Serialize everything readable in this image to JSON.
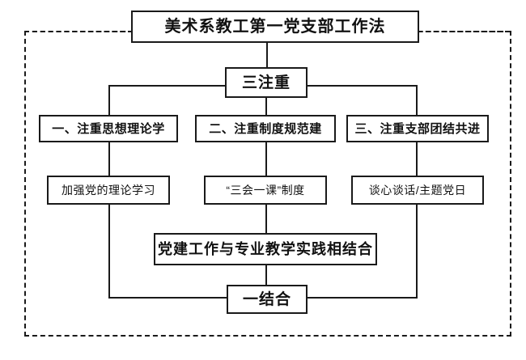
{
  "diagram": {
    "type": "org-flowchart",
    "title_box": {
      "label": "美术系教工第一党支部工作法"
    },
    "level2_box": {
      "label": "三注重"
    },
    "branches": [
      {
        "header": "一、注重思想理论学",
        "leaf": "加强党的理论学习"
      },
      {
        "header": "二、注重制度规范建",
        "leaf": "“三会一课”制度"
      },
      {
        "header": "三、注重支部团结共进",
        "leaf": "谈心谈话/主题党日"
      }
    ],
    "combine_box": {
      "label": "党建工作与专业教学实践相结合"
    },
    "footer_box": {
      "label": "一结合"
    },
    "colors": {
      "line": "#1a1a1a",
      "text": "#111111",
      "background": "#ffffff"
    }
  }
}
